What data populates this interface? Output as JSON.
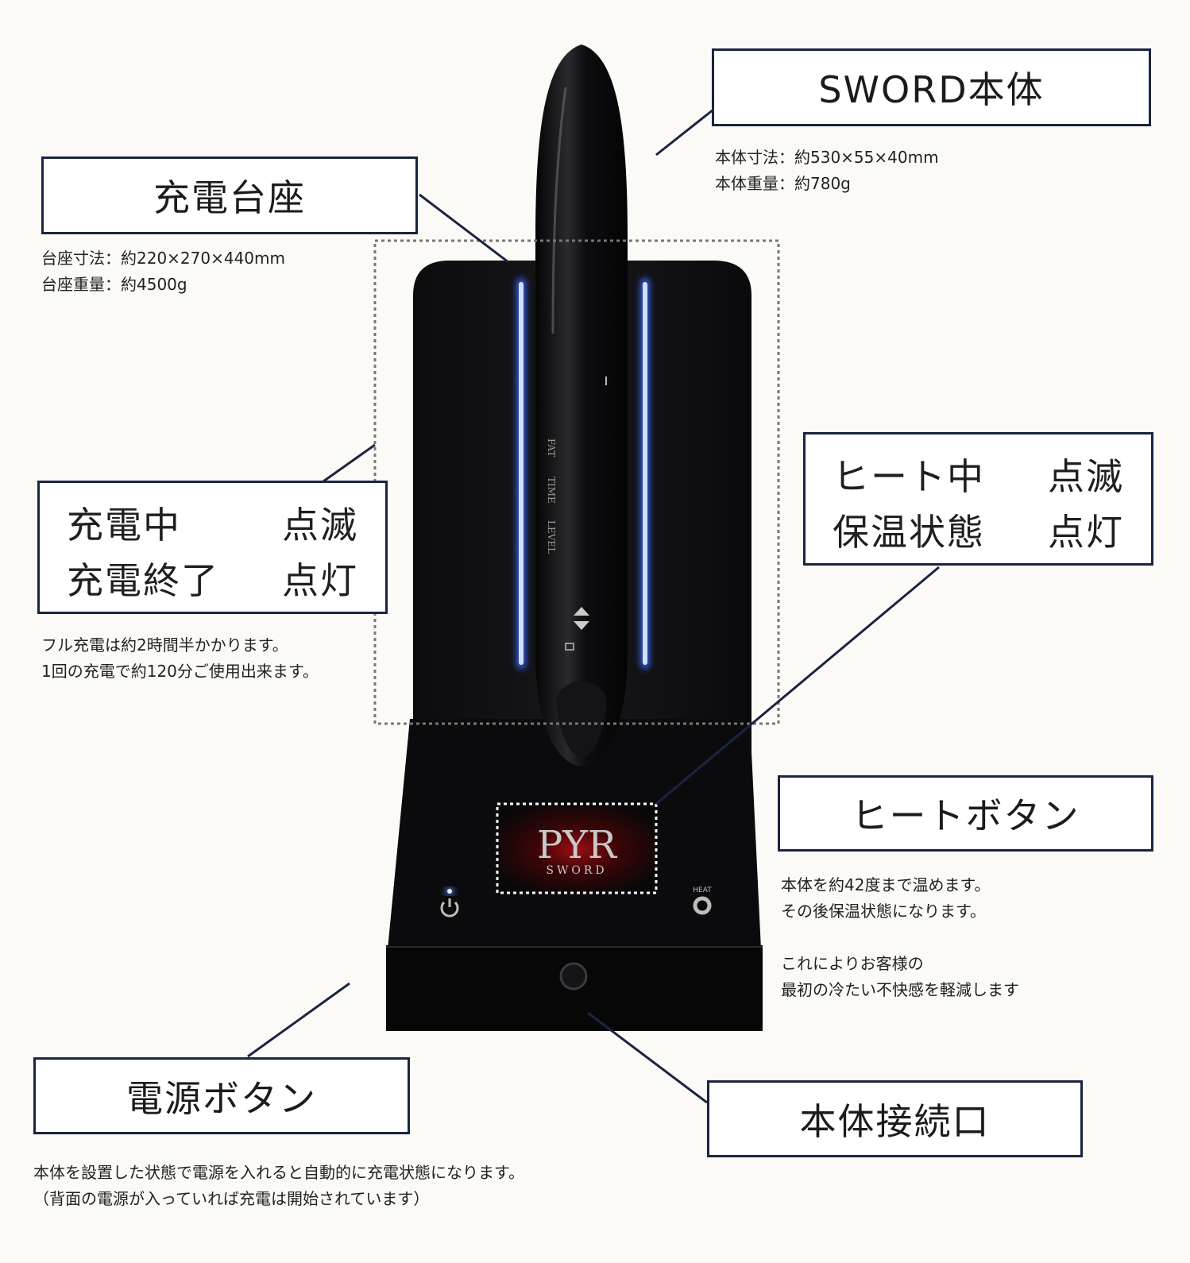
{
  "sword_body": {
    "title": "SWORD本体",
    "lines": [
      "本体寸法：約530×55×40mm",
      "本体重量：約780g"
    ]
  },
  "charging_base": {
    "title": "充電台座",
    "lines": [
      "台座寸法：約220×270×440mm",
      "台座重量：約4500g"
    ]
  },
  "charging_status": {
    "rows": [
      {
        "state": "充電中",
        "indicator": "点滅"
      },
      {
        "state": "充電終了",
        "indicator": "点灯"
      }
    ],
    "lines": [
      "フル充電は約2時間半かかります。",
      "1回の充電で約120分ご使用出来ます。"
    ]
  },
  "heat_status": {
    "rows": [
      {
        "state": "ヒート中",
        "indicator": "点滅"
      },
      {
        "state": "保温状態",
        "indicator": "点灯"
      }
    ]
  },
  "heat_button": {
    "title": "ヒートボタン",
    "lines": [
      "本体を約42度まで温めます。",
      "その後保温状態になります。",
      "",
      "これによりお客様の",
      "最初の冷たい不快感を軽減します"
    ]
  },
  "power_button": {
    "title": "電源ボタン",
    "lines": [
      "本体を設置した状態で電源を入れると自動的に充電状態になります。",
      "（背面の電源が入っていれば充電は開始されています）"
    ]
  },
  "connector": {
    "title": "本体接続口"
  },
  "device": {
    "logo_main": "PYR",
    "logo_sub": "SWORD",
    "heat_label": "HEAT",
    "blade_labels": [
      "FAT",
      "TIME",
      "LEVEL"
    ]
  },
  "colors": {
    "border": "#1b2440",
    "device": "#0a0a0c",
    "led": "#3a68ff"
  }
}
